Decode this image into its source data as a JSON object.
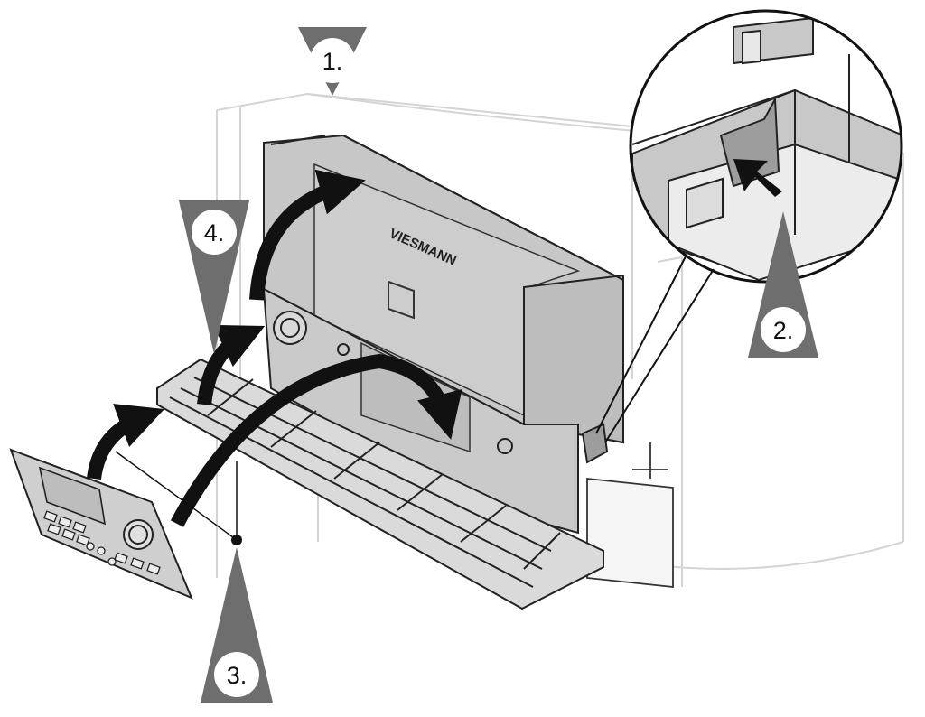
{
  "steps": {
    "one": "1.",
    "two": "2.",
    "three": "3.",
    "four": "4."
  },
  "brand": "VIESMANN",
  "colors": {
    "housing": "#c7c7c7",
    "housing_dark": "#9d9d9d",
    "marker": "#6e6e6e",
    "ink": "#111111",
    "outline": "#d4d4d4"
  },
  "icons": {
    "step_marker": "triangle-circle-marker",
    "arrow": "curved-arrow-icon"
  }
}
